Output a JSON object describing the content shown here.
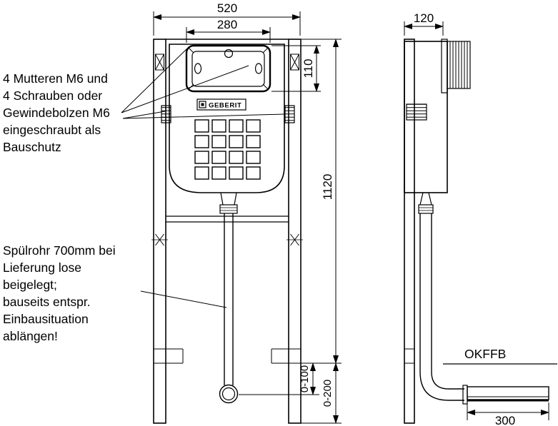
{
  "drawing": {
    "logo": "GEBERIT",
    "floor_label": "OKFFB"
  },
  "notes": {
    "fasteners": [
      "4 Mutteren M6 und",
      "4 Schrauben oder",
      "Gewindebolzen M6",
      "eingeschraubt als",
      "Bauschutz"
    ],
    "flush_pipe": [
      "Spülrohr 700mm bei",
      "Lieferung lose",
      "beigelegt;",
      "bauseits entspr.",
      "Einbausituation",
      "ablängen!"
    ]
  },
  "dimensions": {
    "overall_width": "520",
    "opening_width": "280",
    "depth": "120",
    "opening_height": "110",
    "frame_height": "1120",
    "pipe_adjust": "0-100",
    "leg_adjust": "0-200",
    "base_length": "300"
  },
  "colors": {
    "line": "#000000",
    "background": "#ffffff"
  }
}
